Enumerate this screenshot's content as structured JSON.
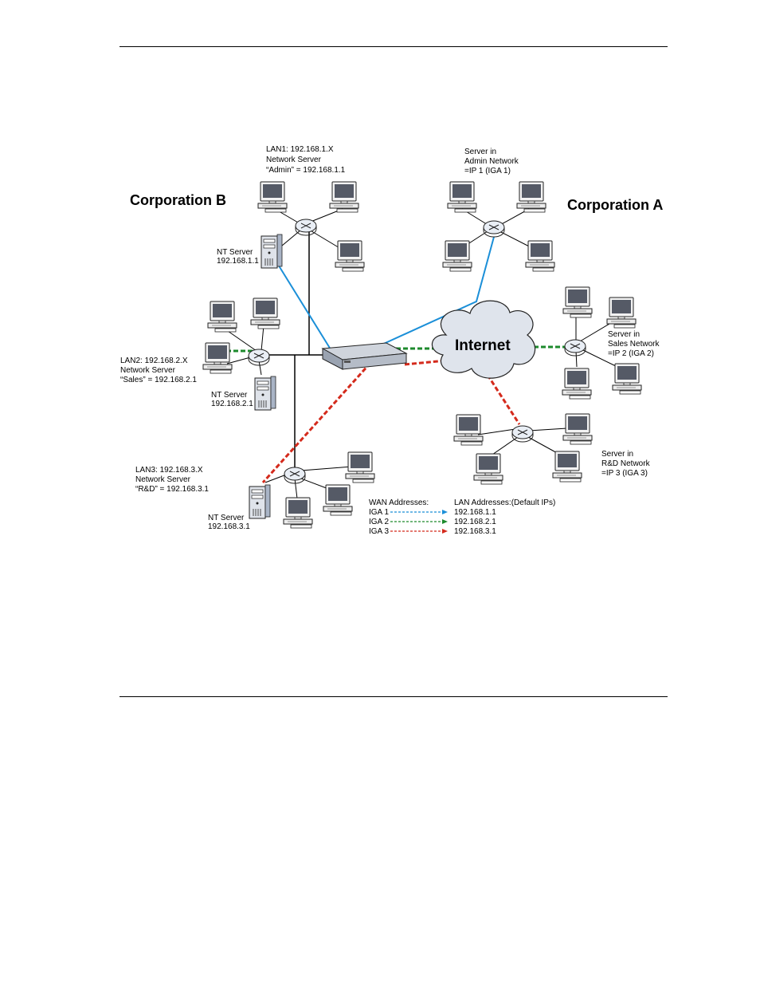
{
  "diagram": {
    "corp_b": "Corporation B",
    "corp_a": "Corporation A",
    "internet": "Internet",
    "lan1": [
      "LAN1: 192.168.1.X",
      "Network Server",
      "“Admin” = 192.168.1.1"
    ],
    "lan2": [
      "LAN2: 192.168.2.X",
      "Network Server",
      "“Sales” = 192.168.2.1"
    ],
    "lan3": [
      "LAN3: 192.168.3.X",
      "Network Server",
      "“R&D” = 192.168.3.1"
    ],
    "nt1": [
      "NT Server",
      "192.168.1.1"
    ],
    "nt2": [
      "NT Server",
      "192.168.2.1"
    ],
    "nt3": [
      "NT Server",
      "192.168.3.1"
    ],
    "admin_srv": [
      "Server in",
      "Admin Network",
      "=IP 1 (IGA 1)"
    ],
    "sales_srv": [
      "Server in",
      "Sales Network",
      "=IP 2 (IGA 2)"
    ],
    "rd_srv": [
      "Server in",
      "R&D Network",
      "=IP 3 (IGA 3)"
    ],
    "legend": {
      "wan_header": "WAN Addresses:",
      "lan_header": "LAN Addresses:(Default IPs)",
      "rows": [
        {
          "label": "IGA 1",
          "ip": "192.168.1.1",
          "color": "#1b8fd8"
        },
        {
          "label": "IGA 2",
          "ip": "192.168.2.1",
          "color": "#1d8a2c"
        },
        {
          "label": "IGA 3",
          "ip": "192.168.3.1",
          "color": "#d42a1c"
        }
      ]
    },
    "colors": {
      "iga1": "#1b8fd8",
      "iga2": "#1d8a2c",
      "iga3": "#d42a1c",
      "monitor_screen": "#555a66",
      "cloud_fill": "#dfe4ec"
    }
  }
}
